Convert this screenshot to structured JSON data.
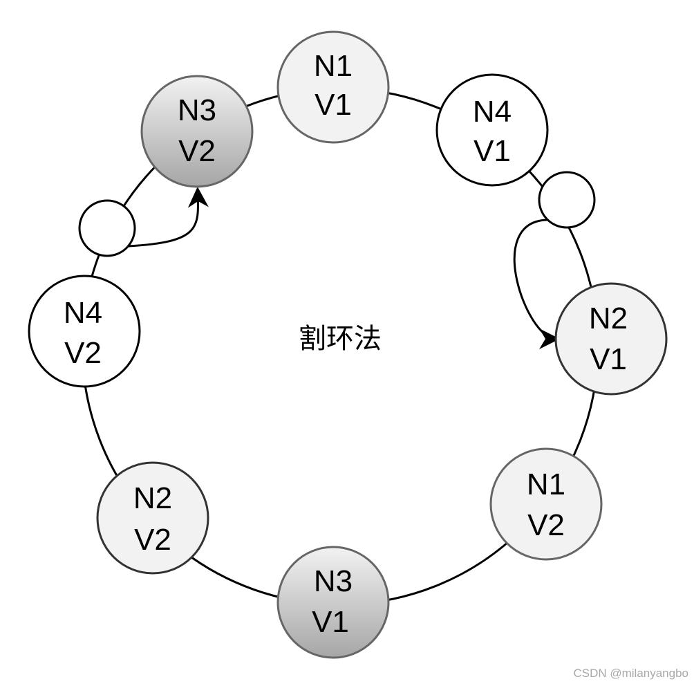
{
  "diagram": {
    "center_label": "割环法",
    "nodes": [
      {
        "id": "top",
        "line1": "N1",
        "line2": "V1",
        "fill": "light"
      },
      {
        "id": "upper-right",
        "line1": "N4",
        "line2": "V1",
        "fill": "white"
      },
      {
        "id": "right",
        "line1": "N2",
        "line2": "V1",
        "fill": "light"
      },
      {
        "id": "lower-right",
        "line1": "N1",
        "line2": "V2",
        "fill": "light"
      },
      {
        "id": "bottom",
        "line1": "N3",
        "line2": "V1",
        "fill": "dark-gradient"
      },
      {
        "id": "lower-left",
        "line1": "N2",
        "line2": "V2",
        "fill": "light"
      },
      {
        "id": "left",
        "line1": "N4",
        "line2": "V2",
        "fill": "white"
      },
      {
        "id": "upper-left",
        "line1": "N3",
        "line2": "V2",
        "fill": "dark-gradient"
      }
    ],
    "empty_nodes": [
      {
        "id": "small-left",
        "points_to": "upper-left"
      },
      {
        "id": "small-right",
        "points_to": "right"
      }
    ]
  },
  "colors": {
    "ring_stroke": "#000000",
    "light_fill": "#f2f2f2",
    "gradient_top": "#f2f2f2",
    "gradient_bottom": "#a6a6a6",
    "gray_stroke": "#666666"
  },
  "watermark": "CSDN @milanyangbo"
}
